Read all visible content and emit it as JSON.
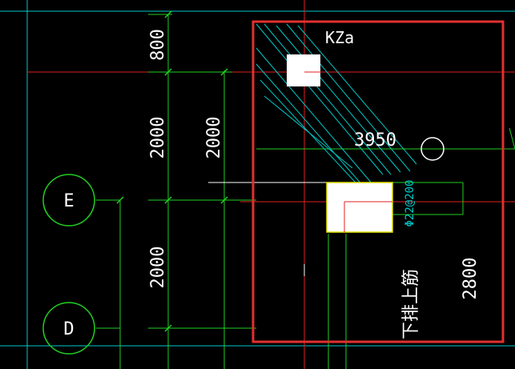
{
  "drawing": {
    "dims": {
      "d800": "800",
      "d2000_left_top": "2000",
      "d2000_mid_top": "2000",
      "d2000_left_bottom": "2000",
      "d2800": "2800",
      "d3950": "3950"
    },
    "labels": {
      "kz": "KZa",
      "rebar_spec": "Φ22@200",
      "rebar_note": "下排上筋"
    },
    "grid_axes": {
      "e": "E",
      "d": "D"
    }
  }
}
